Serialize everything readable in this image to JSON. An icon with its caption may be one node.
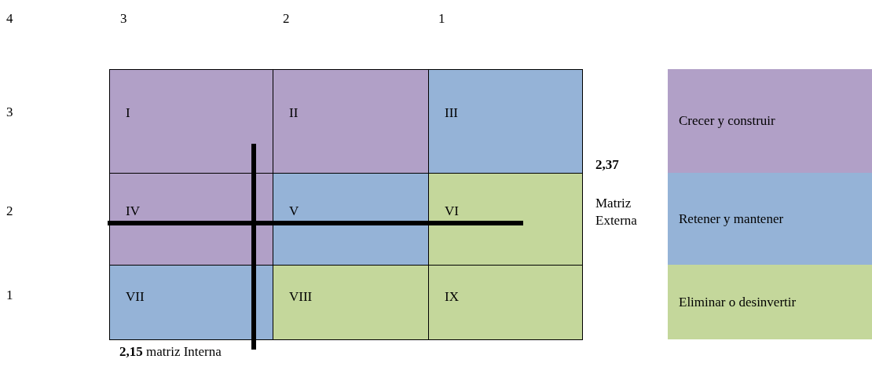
{
  "diagram": {
    "nodes": [
      {
        "text": [
          "I"
        ]
      },
      {
        "text": [
          "II"
        ]
      },
      {
        "text": [
          "III"
        ]
      },
      {
        "text": [
          "IV"
        ]
      },
      {
        "text": [
          "V"
        ]
      },
      {
        "text": [
          "VI"
        ]
      },
      {
        "text": [
          "VII"
        ]
      },
      {
        "text": [
          "VIII"
        ]
      },
      {
        "text": [
          "IX"
        ]
      }
    ],
    "edges": [],
    "labels": [
      "4",
      "3",
      "2",
      "1",
      "3",
      "2,37",
      "2",
      "Matriz Externa",
      "1",
      "**2,15** matriz Interna"
    ],
    "legend": [
      {
        "text": "Crecer y construir",
        "color": "#b1a0c7"
      },
      {
        "text": "Retener y mantener",
        "color": "#95b3d7"
      },
      {
        "text": "Eliminar o desinvertir",
        "color": "#c4d79b"
      }
    ]
  }
}
